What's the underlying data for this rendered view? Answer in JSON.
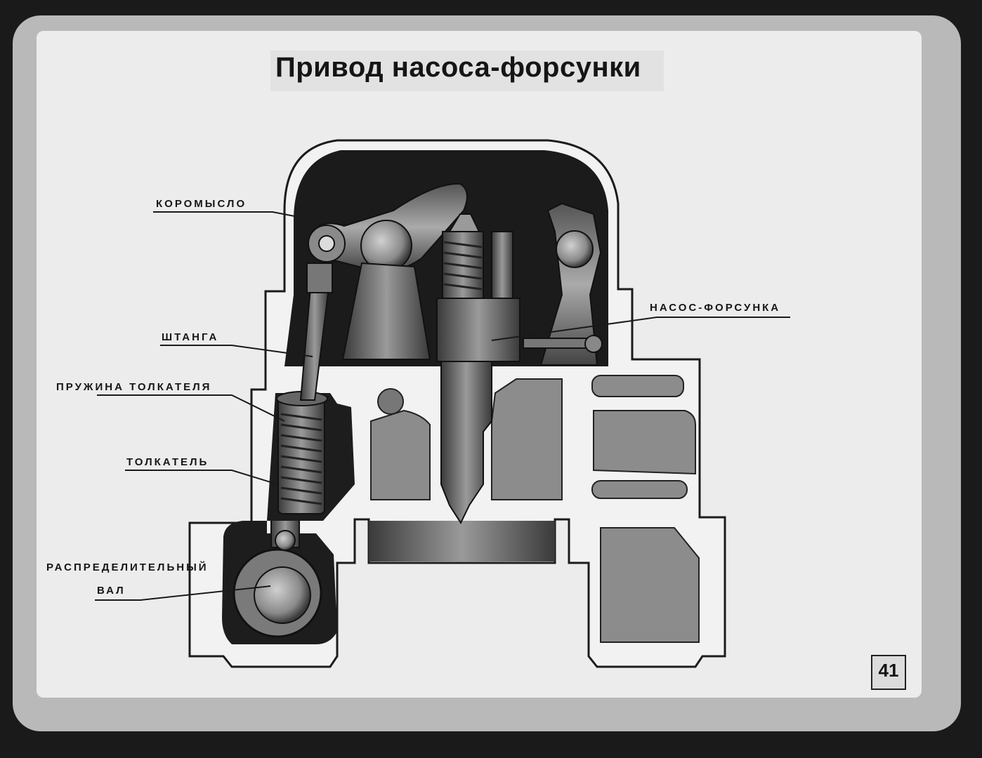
{
  "title": "Привод насоса-форсунки",
  "labels": {
    "rocker": "КОРОМЫСЛО",
    "pushrod": "ШТАНГА",
    "lifter_spring": "ПРУЖИНА ТОЛКАТЕЛЯ",
    "lifter": "ТОЛКАТЕЛЬ",
    "camshaft_line1": "РАСПРЕДЕЛИТЕЛЬНЫЙ",
    "camshaft_line2": "ВАЛ",
    "pump_injector": "НАСОС-ФОРСУНКА"
  },
  "page_number": "41",
  "colors": {
    "background": "#1a1a1a",
    "frame": "#b9b9b9",
    "slide": "#ececec",
    "casting": "#f2f2f2",
    "cavity": "#8c8c8c",
    "dark_interior": "#1b1b1b",
    "part": "#6a6a6a"
  }
}
